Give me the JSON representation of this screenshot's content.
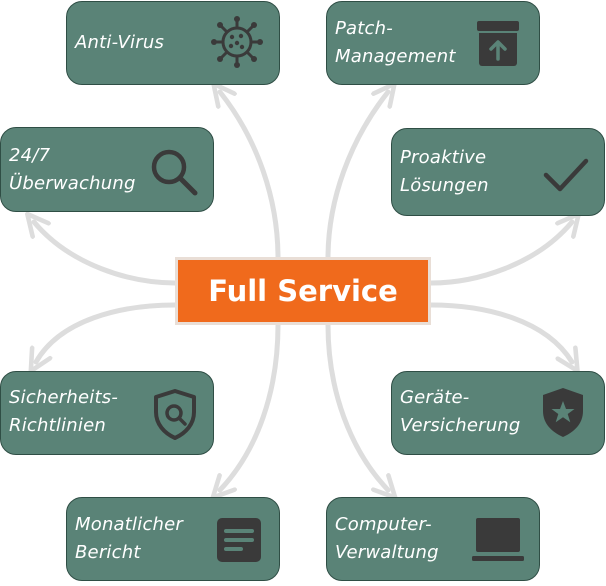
{
  "center": {
    "title": "Full Service"
  },
  "cards": {
    "antivirus": {
      "line1": "Anti-Virus",
      "icon": "virus-icon"
    },
    "patch": {
      "line1": "Patch-",
      "line2": "Management",
      "icon": "archive-upload-icon"
    },
    "monitoring": {
      "line1": "24/7",
      "line2": "Überwachung",
      "icon": "search-icon"
    },
    "proactive": {
      "line1": "Proaktive",
      "line2": "Lösungen",
      "icon": "checkmark-icon"
    },
    "security": {
      "line1": "Sicherheits-",
      "line2": "Richtlinien",
      "icon": "shield-search-icon"
    },
    "insurance": {
      "line1": "Geräte-",
      "line2": "Versicherung",
      "icon": "shield-star-icon"
    },
    "report": {
      "line1": "Monatlicher",
      "line2": "Bericht",
      "icon": "document-icon"
    },
    "computer": {
      "line1": "Computer-",
      "line2": "Verwaltung",
      "icon": "laptop-icon"
    }
  },
  "colors": {
    "card_fill": "#5a8377",
    "card_border": "#2f4e45",
    "icon": "#3a3a3a",
    "center_fill": "#f06a1c",
    "arrow": "#dddddd"
  }
}
